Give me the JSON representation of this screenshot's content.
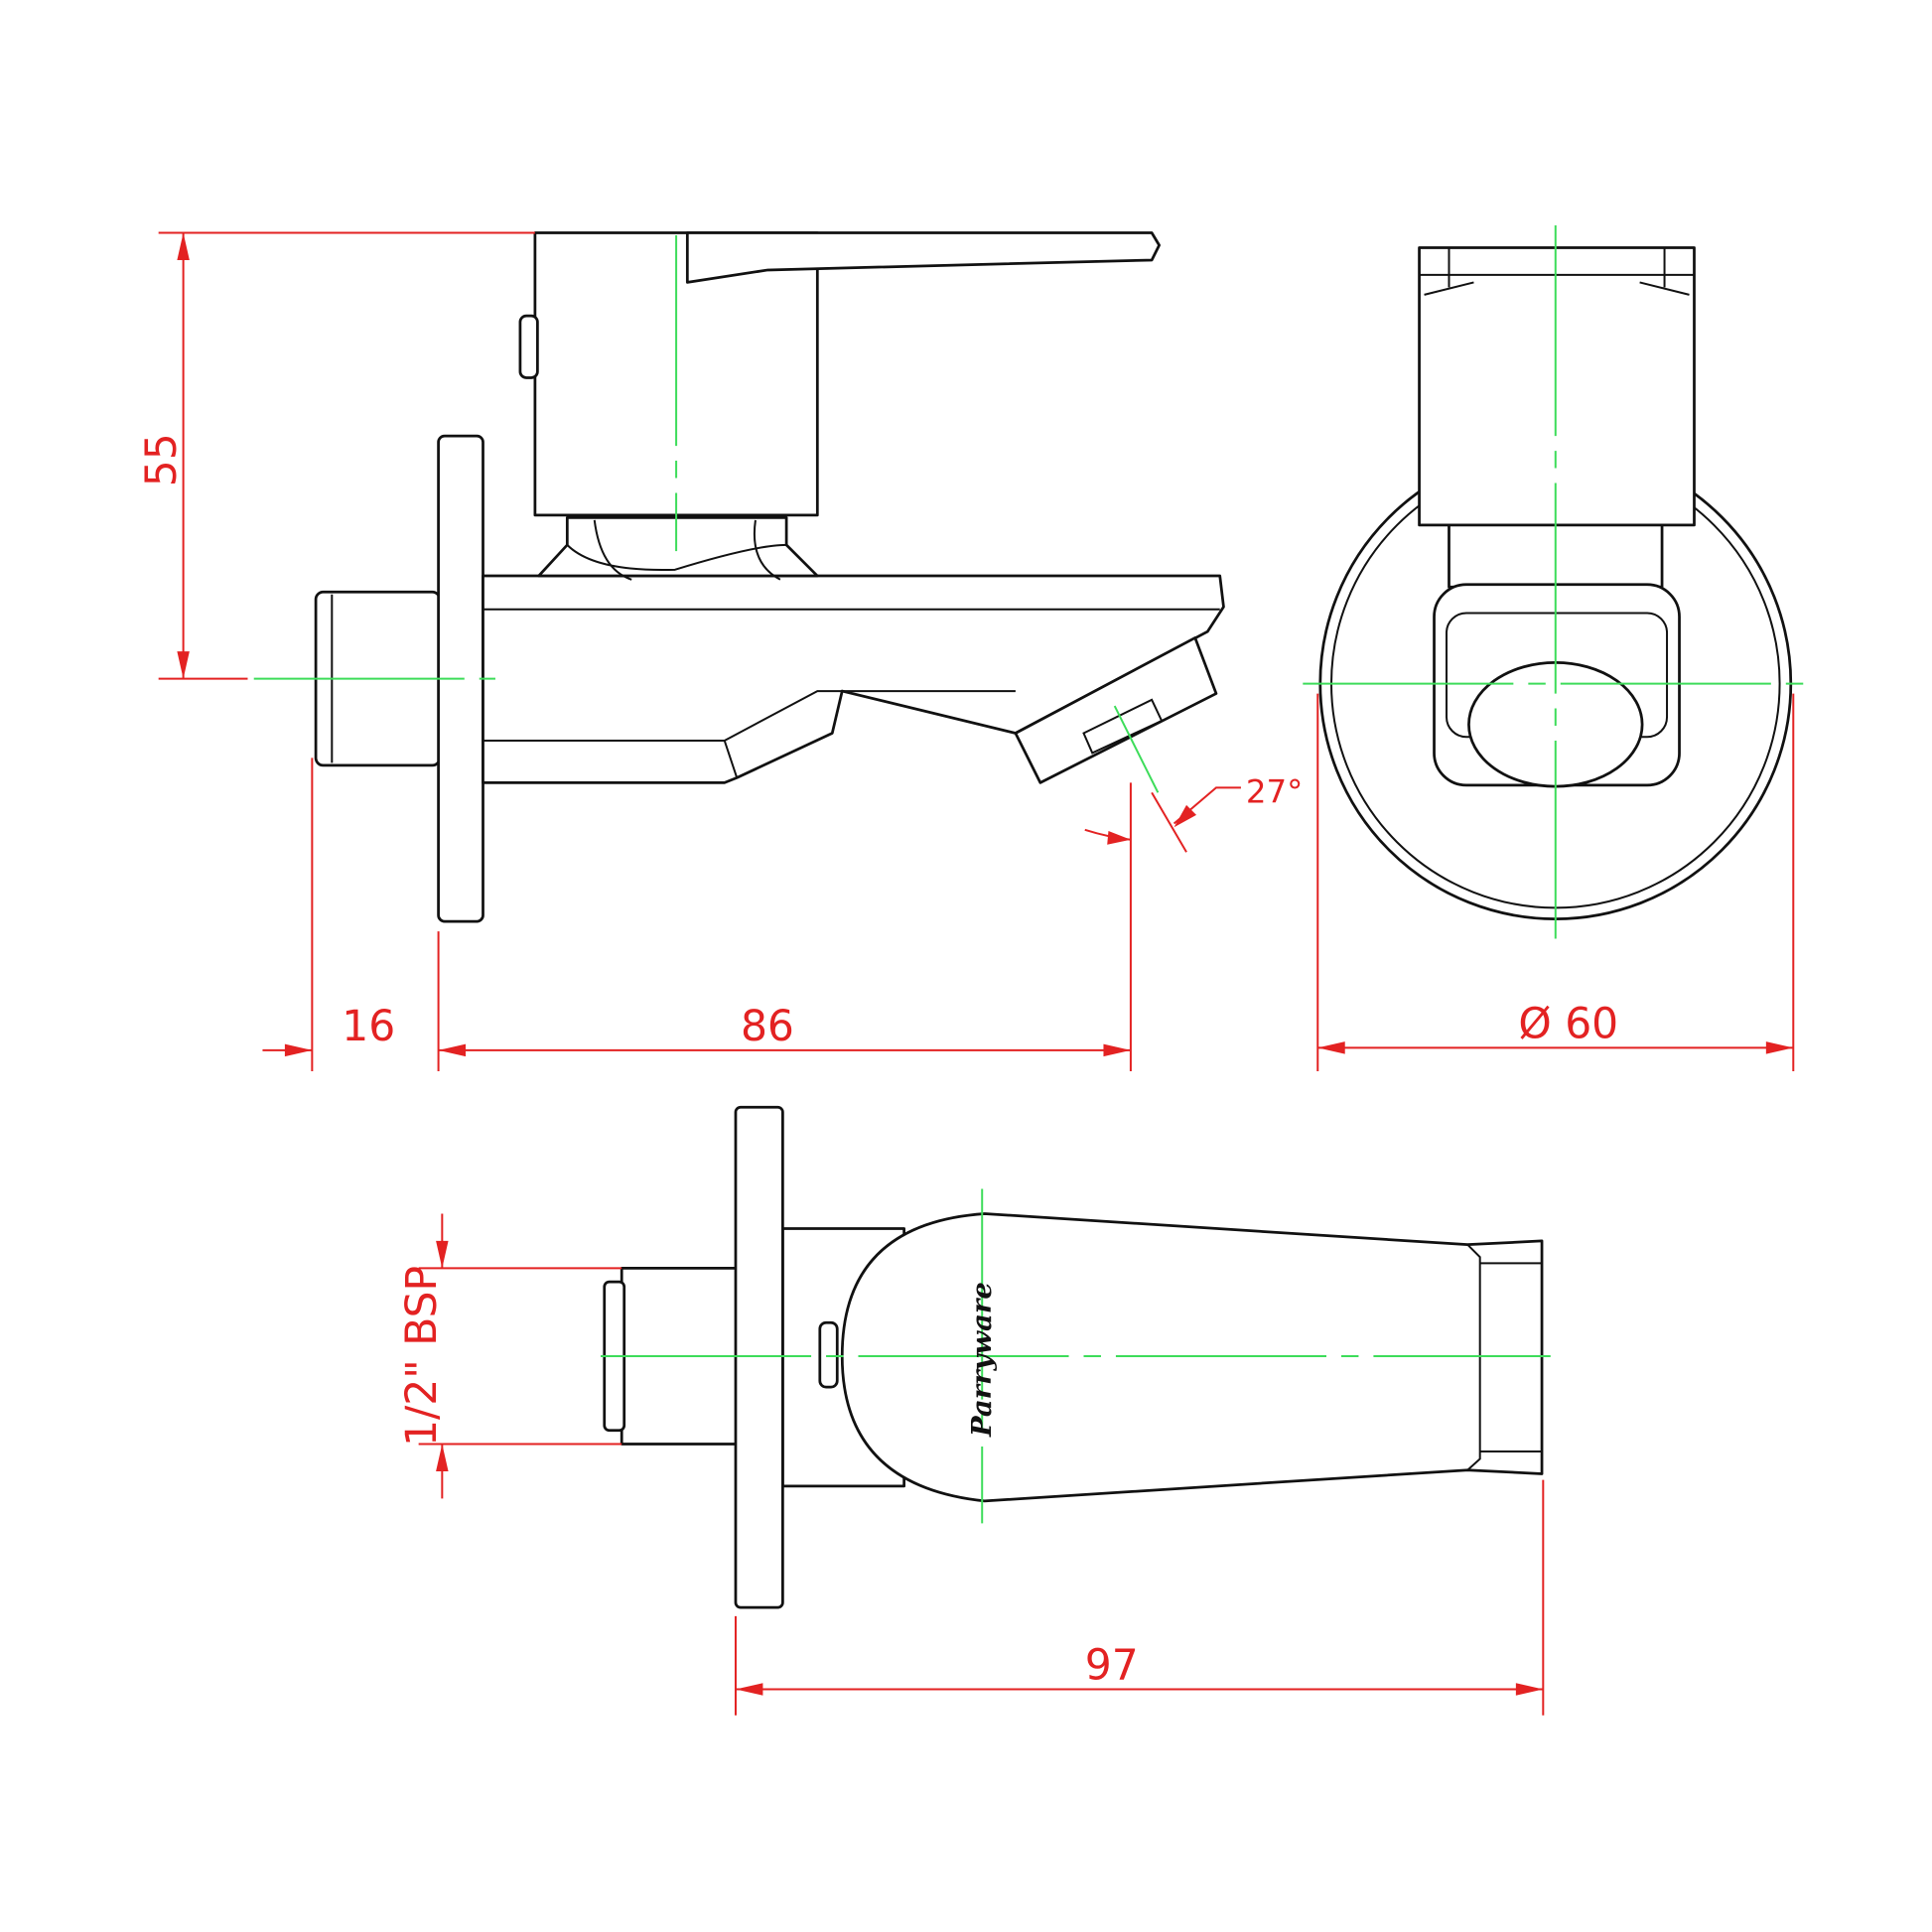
{
  "diagram": {
    "dimensions": {
      "height": "55",
      "inlet_length": "16",
      "projection": "86",
      "flange_diameter": "Ø 60",
      "spout_angle": "27°",
      "thread_size": "1/2\" BSP",
      "overall_length": "97"
    },
    "logo_text": "Parryware",
    "colors": {
      "outline": "#111111",
      "dimension": "#e32222",
      "centerline": "#3ddc5a"
    },
    "views": [
      "side-view",
      "front-view",
      "top-view"
    ]
  }
}
